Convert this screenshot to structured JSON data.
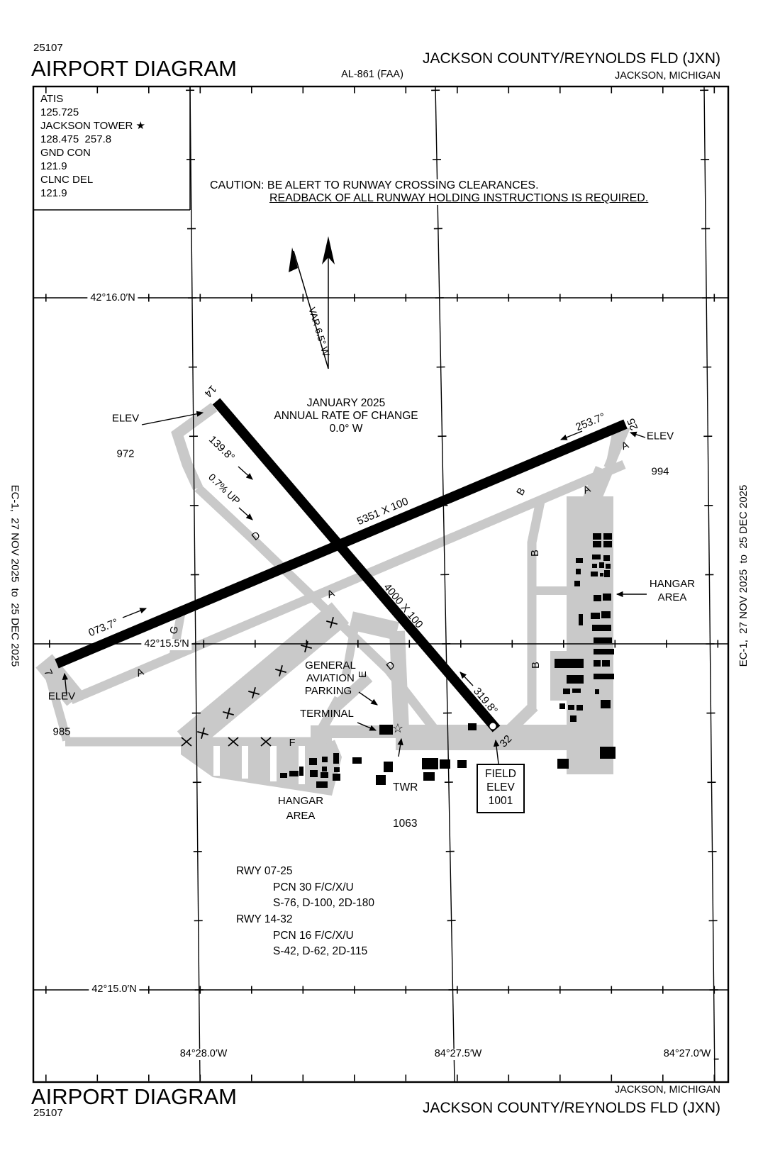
{
  "header": {
    "chart_number": "25107",
    "title": "AIRPORT DIAGRAM",
    "procedure_id": "AL-861 (FAA)",
    "airport": "JACKSON COUNTY/REYNOLDS FLD (JXN)",
    "city": "JACKSON, MICHIGAN"
  },
  "footer": {
    "chart_number": "25107",
    "title": "AIRPORT DIAGRAM",
    "airport": "JACKSON COUNTY/REYNOLDS FLD (JXN)",
    "city": "JACKSON, MICHIGAN"
  },
  "comm_box": {
    "lines": [
      "ATIS",
      "125.725",
      "JACKSON TOWER ★",
      "128.475  257.8",
      "GND CON",
      "121.9",
      "CLNC DEL",
      "121.9"
    ]
  },
  "caution": {
    "line1": "CAUTION: BE ALERT TO RUNWAY CROSSING CLEARANCES.",
    "line2": "READBACK OF ALL RUNWAY HOLDING INSTRUCTIONS IS REQUIRED."
  },
  "compass": {
    "variation": "VAR 6.5° W",
    "date": "JANUARY 2025",
    "rate": "ANNUAL RATE OF CHANGE",
    "change": "0.0° W"
  },
  "grid": {
    "lat": [
      "42°16.0′N",
      "42°15.5′N",
      "42°15.0′N"
    ],
    "lon": [
      "84°28.0′W",
      "84°27.5′W",
      "84°27.0′W"
    ]
  },
  "runways": {
    "r14_32": {
      "end14": "14",
      "end32": "32",
      "size": "4000 X 100",
      "hdg14": "139.8°",
      "gradient": "0.7% UP",
      "hdg32": "319.8°"
    },
    "r07_25": {
      "end7": "7",
      "end25": "25",
      "size": "5351 X 100",
      "hdg07": "073.7°",
      "hdg25": "253.7°"
    }
  },
  "elevations": {
    "rwy14": {
      "label": "ELEV",
      "value": "972"
    },
    "rwy25": {
      "label": "ELEV",
      "value": "994"
    },
    "rwy7": {
      "label": "ELEV",
      "value": "985"
    },
    "field": {
      "l1": "FIELD",
      "l2": "ELEV",
      "l3": "1001"
    },
    "tower": {
      "l1": "TWR",
      "l2": "1063"
    }
  },
  "areas": {
    "ga1": "GENERAL",
    "ga2": "AVIATION",
    "ga3": "PARKING",
    "terminal": "TERMINAL",
    "hangar1": "HANGAR",
    "hangar2": "AREA"
  },
  "taxiways": {
    "A": "A",
    "B": "B",
    "D": "D",
    "E": "E",
    "F": "F",
    "G": "G"
  },
  "symbols": {
    "terminal_star": "☆"
  },
  "runway_data": {
    "lines": [
      "RWY 07-25",
      "PCN 30 F/C/X/U",
      "S-76, D-100, 2D-180",
      "RWY 14-32",
      "PCN 16 F/C/X/U",
      "S-42, D-62, 2D-115"
    ]
  },
  "edge_note": "EC-1,  27 NOV 2025  to  25 DEC 2025"
}
